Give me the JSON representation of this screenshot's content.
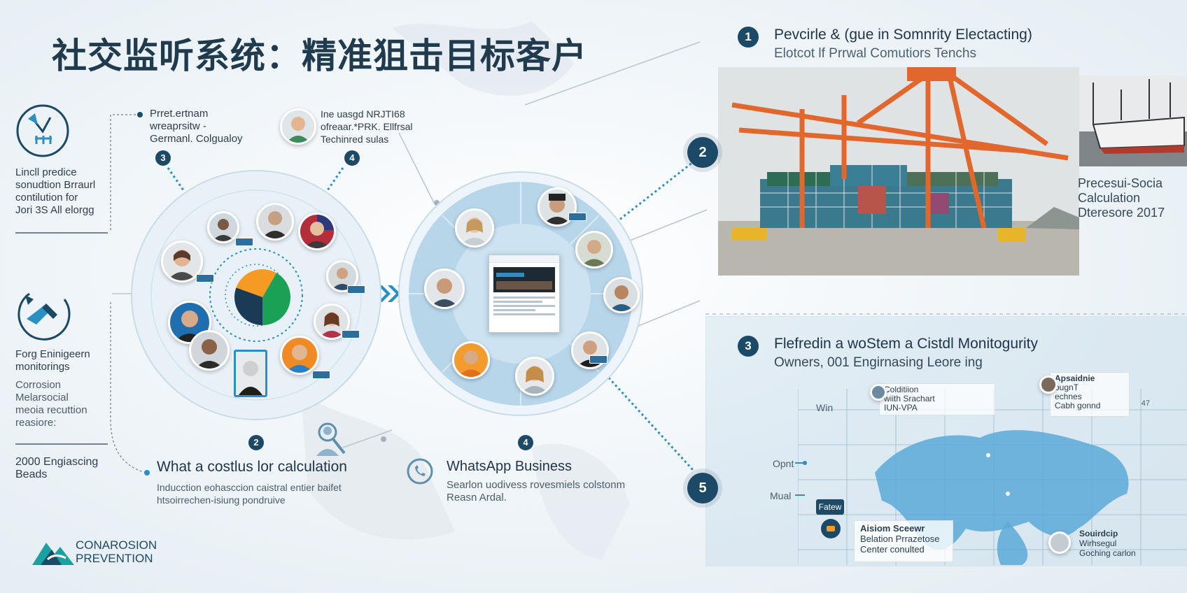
{
  "title": "社交监听系统：精准狙击目标客户",
  "left_sidebar": {
    "block1": [
      "Lincll predice",
      "sonudtion Brraurl",
      "contilution for",
      "Jori 3S  All elorgg"
    ],
    "block2_head": [
      "Forg Eninigeern",
      "monitorings"
    ],
    "block2_body": [
      "Corrosion",
      "Melarsocial",
      "meoia recuttion",
      "reasiore:"
    ],
    "block3": [
      "2000 Engiascing",
      "Beads"
    ]
  },
  "logo": {
    "lines": [
      "CONAROSION",
      "PREVENTION"
    ]
  },
  "left_cluster": {
    "label_tl": [
      "Prret.ertnam",
      "wreaprsitw -",
      "Germanl. Colgualoy"
    ],
    "label_tr": [
      "Ine uasgd NRJTI68",
      "ofreaar.*PRK. Ellfrsal",
      "Techinred sulas"
    ],
    "badge_tl": "3",
    "badge_tr": "4",
    "badge_bottom": "2",
    "caption_head": "What a costlus lor calculation",
    "caption_body": [
      "Inducction eohasccion caistral entier baifet",
      "htsoirrechen-isiung pondruive"
    ],
    "pie_colors": [
      "#f59a23",
      "#1a3a55",
      "#1aa155",
      "#ffd27a"
    ]
  },
  "right_cluster": {
    "badge_bottom": "4",
    "whatsapp_head": "WhatsApp Business",
    "whatsapp_body": [
      "Searlon uodivess rovesmiels colstonm",
      "Reasn Ardal."
    ]
  },
  "section1": {
    "num": "1",
    "head": "Pevcirle & (gue in Somnrity Electacting)",
    "sub": "Elotcot lf Prrwal Comutiors Tenchs",
    "side_text": [
      "Precesui-Socia",
      "Calculation",
      "Dteresore 2017"
    ]
  },
  "section2": {
    "num": "2"
  },
  "section3": {
    "num": "3",
    "head": "Flefredin a woStem a Cistdl Monitogurity",
    "sub": "Owners, 001 Engirnasing Leore ing",
    "axis_labels": [
      "Win",
      "Opnt",
      "Mual"
    ],
    "card_top": [
      "Colditiion",
      "wiith Srachart",
      "IUN-VPA"
    ],
    "card_tr": [
      "Apsaidnie",
      "ougnT",
      "echnes",
      "Cabh gonnd"
    ],
    "card_tr_mark": "47",
    "card_left": "Fatew",
    "card_bottom": [
      "Aisiom Sceewr",
      "Belation Prrazetose",
      "Center conulted"
    ],
    "card_br": [
      "Souirdcip",
      "Wirhsegul",
      "Goching carlon"
    ]
  },
  "section5": {
    "num": "5"
  }
}
